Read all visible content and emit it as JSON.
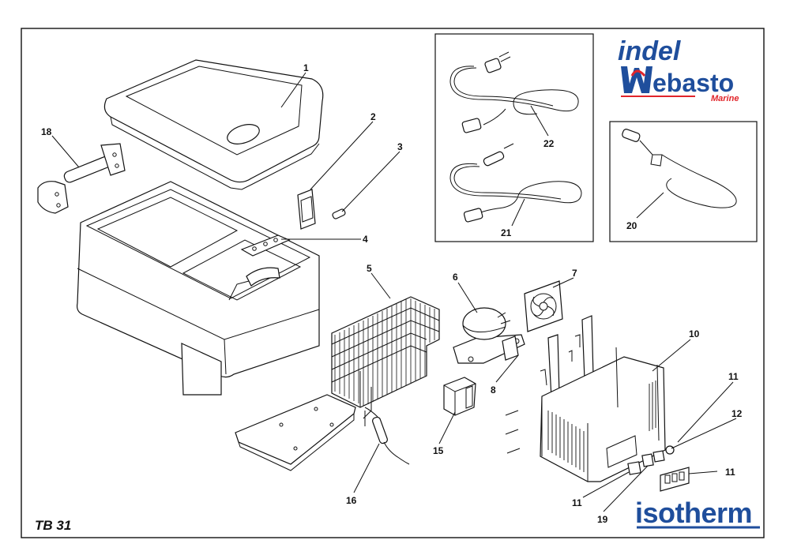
{
  "model": "TB 31",
  "brand_top": {
    "line1": "indel",
    "line2": "ebasto",
    "tag": "Marine"
  },
  "brand_bottom": "isotherm",
  "colors": {
    "brand_blue": "#1f4e9c",
    "brand_red": "#e1252a",
    "line": "#111111"
  },
  "callouts": [
    {
      "id": "c1",
      "text": "1"
    },
    {
      "id": "c2",
      "text": "2"
    },
    {
      "id": "c3",
      "text": "3"
    },
    {
      "id": "c4",
      "text": "4"
    },
    {
      "id": "c5",
      "text": "5"
    },
    {
      "id": "c6",
      "text": "6"
    },
    {
      "id": "c7",
      "text": "7"
    },
    {
      "id": "c8",
      "text": "8"
    },
    {
      "id": "c10",
      "text": "10"
    },
    {
      "id": "c11a",
      "text": "11"
    },
    {
      "id": "c11b",
      "text": "11"
    },
    {
      "id": "c11c",
      "text": "11"
    },
    {
      "id": "c12",
      "text": "12"
    },
    {
      "id": "c15",
      "text": "15"
    },
    {
      "id": "c16",
      "text": "16"
    },
    {
      "id": "c18",
      "text": "18"
    },
    {
      "id": "c19",
      "text": "19"
    },
    {
      "id": "c20",
      "text": "20"
    },
    {
      "id": "c21",
      "text": "21"
    },
    {
      "id": "c22",
      "text": "22"
    }
  ]
}
